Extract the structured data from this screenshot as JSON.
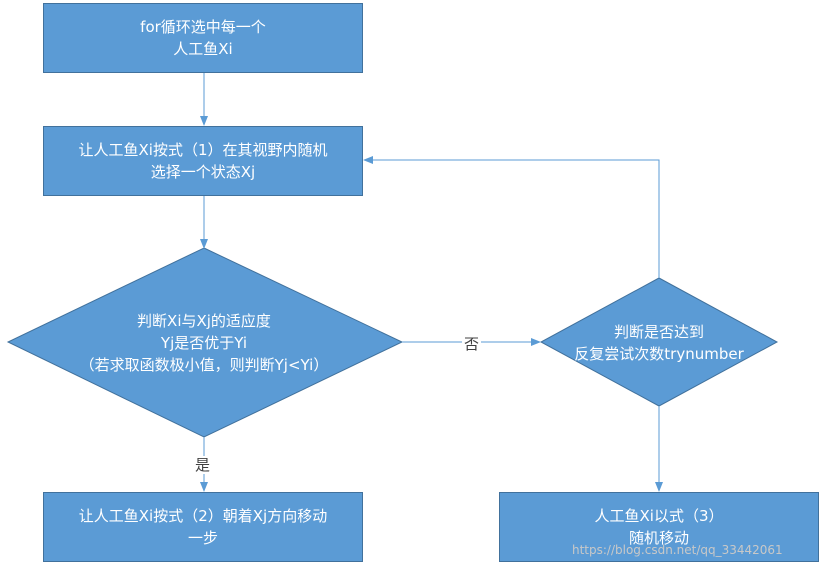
{
  "nodes": {
    "loop": [
      "for循环选中每一个",
      "人工鱼Xi"
    ],
    "prey": [
      "让人工鱼Xi按式（1）在其视野内随机",
      "选择一个状态Xj"
    ],
    "compare": [
      "判断Xi与Xj的适应度",
      "Yj是否优于Yi",
      "（若求取函数极小值，则判断Yj<Yi）"
    ],
    "tries": [
      "判断是否达到",
      "反复尝试次数trynumber"
    ],
    "move_toward": [
      "让人工鱼Xi按式（2）朝着Xj方向移动",
      "一步"
    ],
    "random_move": [
      "人工鱼Xi以式（3）",
      "随机移动"
    ]
  },
  "edges": {
    "no_label": "否",
    "yes_label": "是"
  },
  "watermark": "https://blog.csdn.net/qq_33442061",
  "colors": {
    "fill": "#5b9bd5",
    "border": "#41719c",
    "arrow": "#5b9bd5",
    "text": "#ffffff"
  }
}
